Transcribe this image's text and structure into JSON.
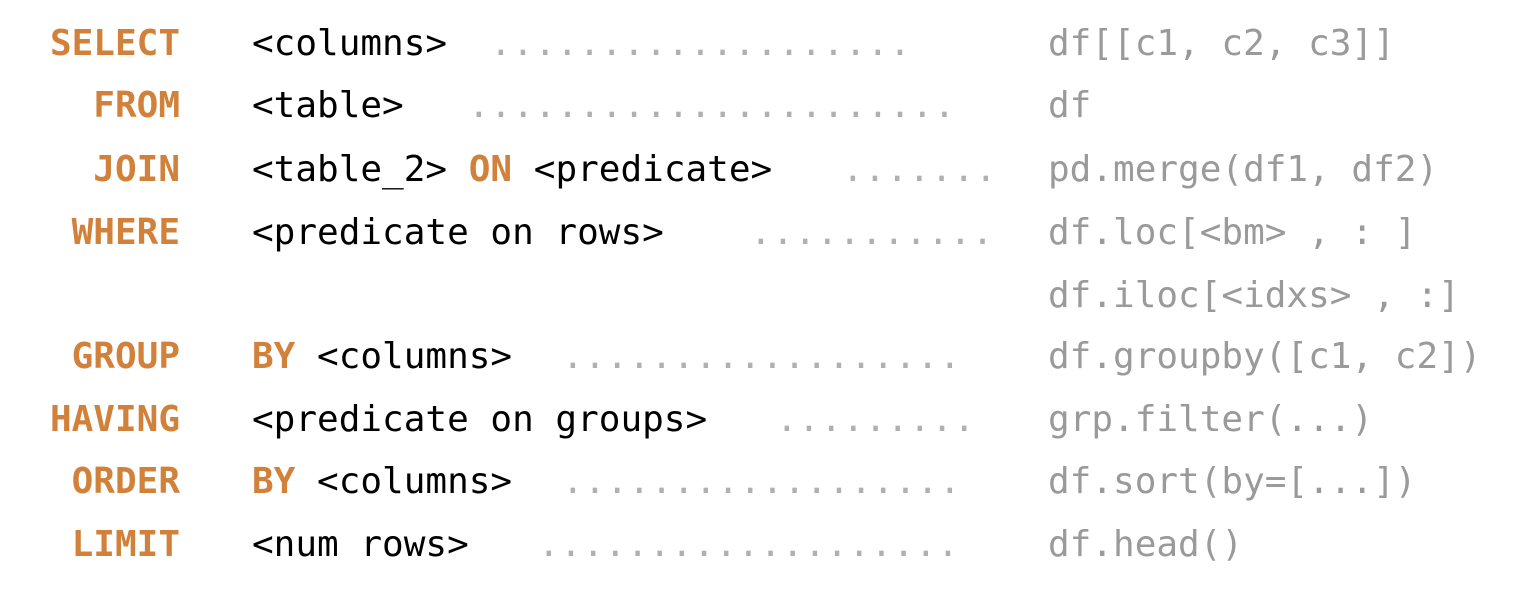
{
  "colors": {
    "keyword": "#d2813a",
    "clause": "#000000",
    "pandas": "#9a9a9a",
    "dots": "#b0b0b0"
  },
  "rows": [
    {
      "keyword": "SELECT",
      "parts": [
        {
          "text": "<columns>",
          "style": "plain"
        }
      ],
      "dots": "...................",
      "pandas": "df[[c1, c2, c3]]"
    },
    {
      "keyword": "FROM",
      "parts": [
        {
          "text": "<table>",
          "style": "plain"
        }
      ],
      "dots": "......................",
      "pandas": "df"
    },
    {
      "keyword": "JOIN",
      "parts": [
        {
          "text": "<table_2>",
          "style": "plain"
        },
        {
          "text": " ON ",
          "style": "accent"
        },
        {
          "text": "<predicate>",
          "style": "plain"
        }
      ],
      "dots": ".......",
      "pandas": "pd.merge(df1, df2)"
    },
    {
      "keyword": "WHERE",
      "parts": [
        {
          "text": "<predicate on rows>",
          "style": "plain"
        }
      ],
      "dots": "...........",
      "pandas": "df.loc[<bm> , : ]"
    },
    {
      "keyword": "",
      "parts": [],
      "dots": "",
      "pandas": "df.iloc[<idxs> , :]"
    },
    {
      "keyword": "GROUP",
      "parts": [
        {
          "text": "BY ",
          "style": "accent"
        },
        {
          "text": "<columns>",
          "style": "plain"
        }
      ],
      "dots": "..................",
      "pandas": "df.groupby([c1, c2])"
    },
    {
      "keyword": "HAVING",
      "parts": [
        {
          "text": "<predicate on groups>",
          "style": "plain"
        }
      ],
      "dots": ".........",
      "pandas": "grp.filter(...)"
    },
    {
      "keyword": "ORDER",
      "parts": [
        {
          "text": "BY ",
          "style": "accent"
        },
        {
          "text": "<columns>",
          "style": "plain"
        }
      ],
      "dots": "..................",
      "pandas": "df.sort(by=[...])"
    },
    {
      "keyword": "LIMIT",
      "parts": [
        {
          "text": "<num rows>",
          "style": "plain"
        }
      ],
      "dots": "...................",
      "pandas": "df.head()"
    }
  ]
}
